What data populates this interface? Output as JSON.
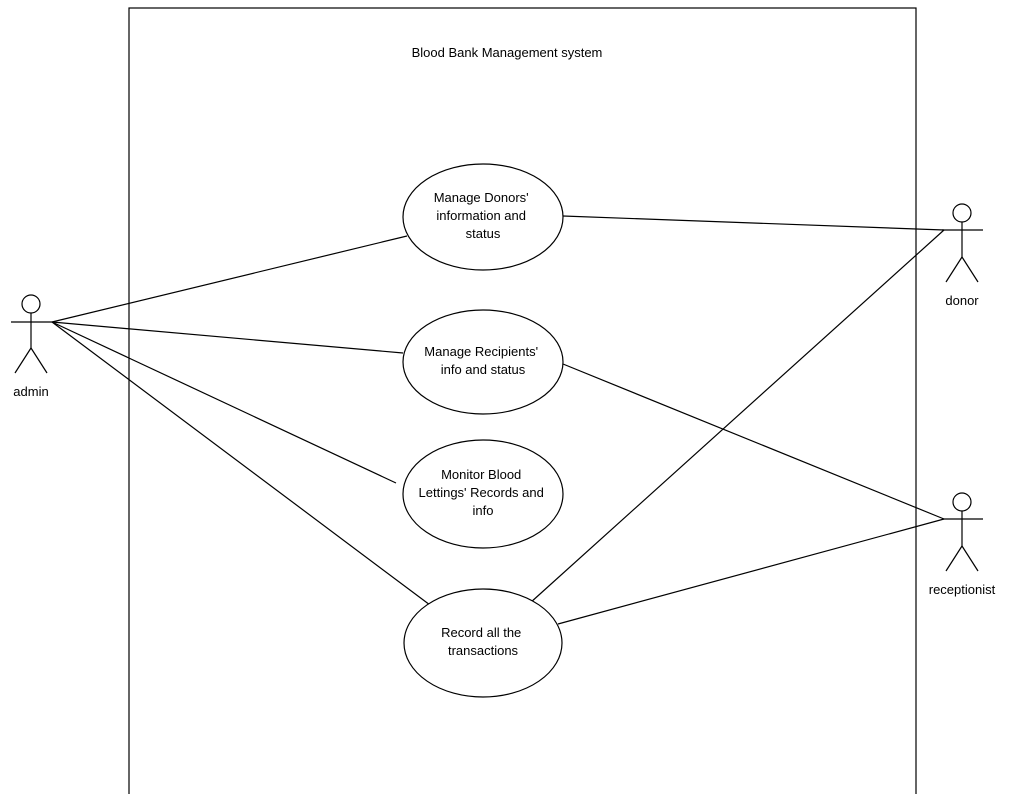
{
  "system": {
    "title": "Blood Bank Management system"
  },
  "actors": {
    "admin": {
      "label": "admin"
    },
    "donor": {
      "label": "donor"
    },
    "receptionist": {
      "label": "receptionist"
    }
  },
  "use_cases": {
    "manage_donors": {
      "lines": [
        "Manage Donors'",
        "information and",
        "status"
      ]
    },
    "manage_recipients": {
      "lines": [
        "Manage Recipients'",
        "info and status"
      ]
    },
    "monitor_lettings": {
      "lines": [
        "Monitor Blood",
        "Lettings' Records and",
        "info"
      ]
    },
    "record_transactions": {
      "lines": [
        "Record all the",
        "transactions"
      ]
    }
  },
  "associations": [
    {
      "from": "admin",
      "to": "manage_donors"
    },
    {
      "from": "admin",
      "to": "manage_recipients"
    },
    {
      "from": "admin",
      "to": "monitor_lettings"
    },
    {
      "from": "admin",
      "to": "record_transactions"
    },
    {
      "from": "donor",
      "to": "manage_donors"
    },
    {
      "from": "donor",
      "to": "record_transactions"
    },
    {
      "from": "receptionist",
      "to": "manage_recipients"
    },
    {
      "from": "receptionist",
      "to": "record_transactions"
    }
  ]
}
